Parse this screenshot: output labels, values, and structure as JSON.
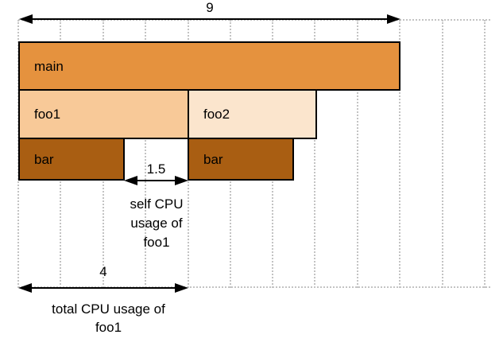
{
  "frames": [
    {
      "label": "main",
      "fill": "#E5923E"
    },
    {
      "label": "foo1",
      "fill": "#F8C998"
    },
    {
      "label": "foo2",
      "fill": "#FBE5CD"
    },
    {
      "label": "bar",
      "fill": "#A95E12"
    },
    {
      "label": "bar",
      "fill": "#A95E12"
    }
  ],
  "measurements": {
    "width_main": {
      "value": "9"
    },
    "self_foo1": {
      "value": "1.5",
      "caption": [
        "self CPU",
        "usage of",
        "foo1"
      ]
    },
    "total_foo1": {
      "value": "4",
      "caption": [
        "total CPU usage of",
        "foo1"
      ]
    }
  },
  "colors": {
    "frame_border": "#000000",
    "grid_dots": "#c3c3c3",
    "arrow": "#000000",
    "main_fill": "#E5923E",
    "foo1_fill": "#F8C998",
    "foo2_fill": "#FBE5CD",
    "bar_fill": "#A95E12"
  },
  "chart_data": {
    "type": "flamegraph",
    "unit_gridlines": 12,
    "frames": [
      {
        "name": "main",
        "depth": 0,
        "start": 0,
        "end": 9
      },
      {
        "name": "foo1",
        "depth": 1,
        "start": 0,
        "end": 4
      },
      {
        "name": "foo2",
        "depth": 1,
        "start": 4,
        "end": 7
      },
      {
        "name": "bar",
        "depth": 2,
        "start": 0,
        "end": 2.5
      },
      {
        "name": "bar",
        "depth": 2,
        "start": 4,
        "end": 6.5
      }
    ],
    "measurement_arrows": [
      {
        "value": 9,
        "label": "9"
      },
      {
        "value": 1.5,
        "label": "1.5",
        "caption": "self CPU usage of foo1"
      },
      {
        "value": 4,
        "label": "4",
        "caption": "total CPU usage of foo1"
      }
    ]
  }
}
